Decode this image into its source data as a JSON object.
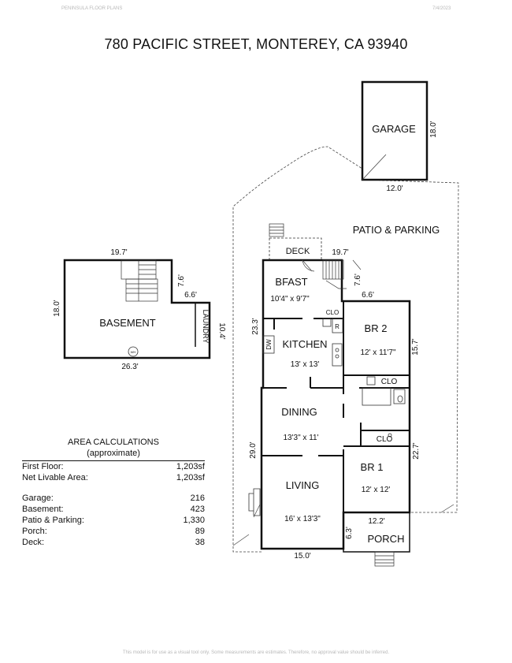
{
  "header": {
    "brand": "PENINSULA FLOOR PLANS",
    "date": "7/4/2023"
  },
  "title": "780 PACIFIC STREET, MONTEREY, CA  93940",
  "rooms": {
    "garage": "GARAGE",
    "patio": "PATIO & PARKING",
    "deck": "DECK",
    "bfast": "BFAST",
    "bfast_size": "10'4\" x 9'7\"",
    "kitchen": "KITCHEN",
    "kitchen_size": "13' x 13'",
    "br2": "BR 2",
    "br2_size": "12' x 11'7\"",
    "dining": "DINING",
    "dining_size": "13'3\" x 11'",
    "living": "LIVING",
    "living_size": "16' x 13'3\"",
    "br1": "BR 1",
    "br1_size": "12' x 12'",
    "porch": "PORCH",
    "basement": "BASEMENT",
    "laundry": "LAUNDRY",
    "clo": "CLO",
    "dw": "DW",
    "r": "R",
    "wh": "WH"
  },
  "dimensions": {
    "garage_depth": "18.0'",
    "garage_width": "12.0'",
    "upper_width": "19.7'",
    "stair_depth": "7.6'",
    "stair_offset": "6.6'",
    "kitchen_side": "23.3'",
    "br2_side": "15.7'",
    "house_length": "29.0'",
    "br1_side": "22.7'",
    "porch_width": "12.2'",
    "porch_depth": "6.3'",
    "house_width": "15.0'",
    "basement_top": "19.7'",
    "basement_stair_depth": "7.6'",
    "basement_stair_offset": "6.6'",
    "basement_depth": "18.0'",
    "basement_side": "10.4'",
    "basement_width": "26.3'"
  },
  "area": {
    "title": "AREA CALCULATIONS",
    "subtitle": "(approximate)",
    "rows": [
      {
        "label": "First Floor:",
        "value": "1,203sf"
      },
      {
        "label": "Net Livable Area:",
        "value": "1,203sf"
      },
      {
        "label": "Garage:",
        "value": "216"
      },
      {
        "label": "Basement:",
        "value": "423"
      },
      {
        "label": "Patio & Parking:",
        "value": "1,330"
      },
      {
        "label": "Porch:",
        "value": "89"
      },
      {
        "label": "Deck:",
        "value": "38"
      }
    ]
  },
  "footer": "This model is for use as a visual tool only. Some measurements are estimates. Therefore, no approval value should be inferred."
}
